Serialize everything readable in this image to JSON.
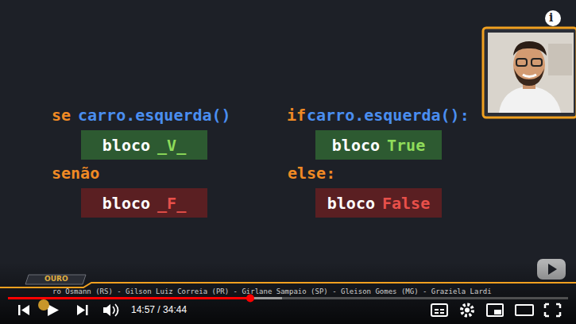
{
  "diagram": {
    "nodes": [
      {
        "text": [
          "bloco",
          "_V_"
        ]
      },
      {
        "text": [
          "bloco",
          "_F_"
        ]
      },
      {
        "text": [
          "bloco",
          "True"
        ]
      },
      {
        "text": [
          "bloco",
          "False"
        ]
      }
    ],
    "labels": [
      "se",
      "carro.esquerda()",
      "senão",
      "if",
      "carro.esquerda():",
      "else:",
      "i",
      "OURO",
      "ro Osmann (RS) - Gilson Luiz Correia (PR) - Girlane Sampaio (SP) - Gleison Gomes (MG) - Graziela Lardi",
      "14:57 / 34:44"
    ]
  }
}
